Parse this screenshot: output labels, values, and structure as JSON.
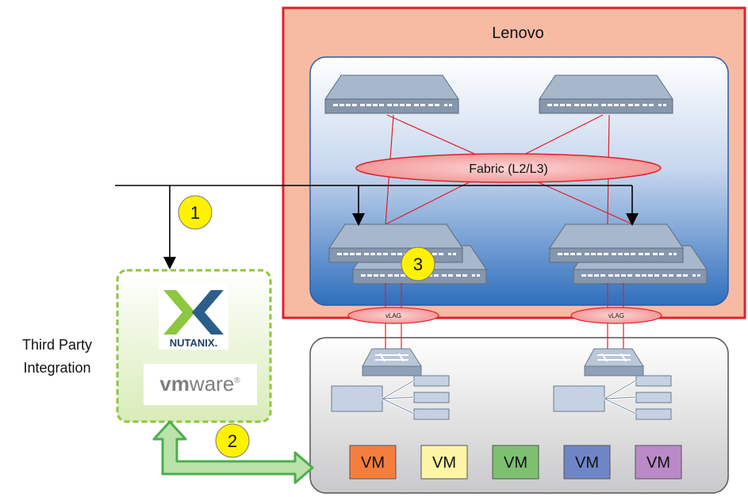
{
  "lenovo": {
    "title": "Lenovo",
    "fabric_label": "Fabric (L2/L3)"
  },
  "vlag": {
    "left": "vLAG",
    "right": "vLAG"
  },
  "integration": {
    "label_line1": "Third Party",
    "label_line2": "Integration",
    "nutanix_logo_text": "NUTANIX.",
    "vmware_logo_vm": "vm",
    "vmware_logo_ware": "ware",
    "vmware_logo_mark": "®"
  },
  "markers": {
    "m1": "1",
    "m2": "2",
    "m3": "3"
  },
  "vms": [
    {
      "label": "VM",
      "color": "#f47e3c"
    },
    {
      "label": "VM",
      "color": "#fdf5a5"
    },
    {
      "label": "VM",
      "color": "#7cc070"
    },
    {
      "label": "VM",
      "color": "#6f86c6"
    },
    {
      "label": "VM",
      "color": "#b98ac7"
    }
  ],
  "colors": {
    "lenovo_border": "#e0202a",
    "lenovo_fill": "#f7bba4",
    "marker_fill": "#fff200",
    "integration_border": "#8dc63f",
    "arrow_green": "#4cae4c"
  }
}
